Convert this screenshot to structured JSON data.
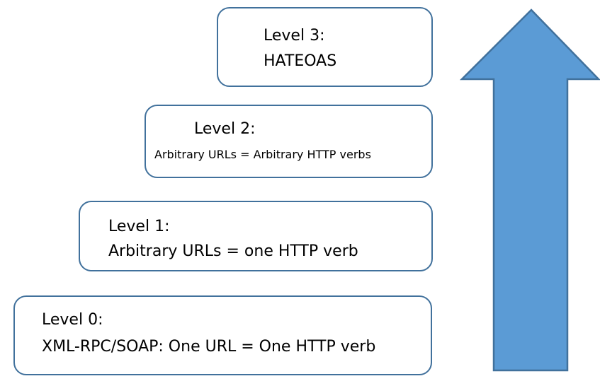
{
  "levels": [
    {
      "title": "Level 0:",
      "description": "XML-RPC/SOAP: One URL = One HTTP verb"
    },
    {
      "title": "Level 1:",
      "description": "Arbitrary URLs = one HTTP verb"
    },
    {
      "title": "Level 2:",
      "description": "Arbitrary URLs = Arbitrary HTTP verbs"
    },
    {
      "title": "Level 3:",
      "description": "HATEOAS"
    }
  ],
  "colors": {
    "box_border": "#41719c",
    "arrow_fill": "#5b9bd5",
    "arrow_stroke": "#41719c",
    "text": "#000000"
  }
}
